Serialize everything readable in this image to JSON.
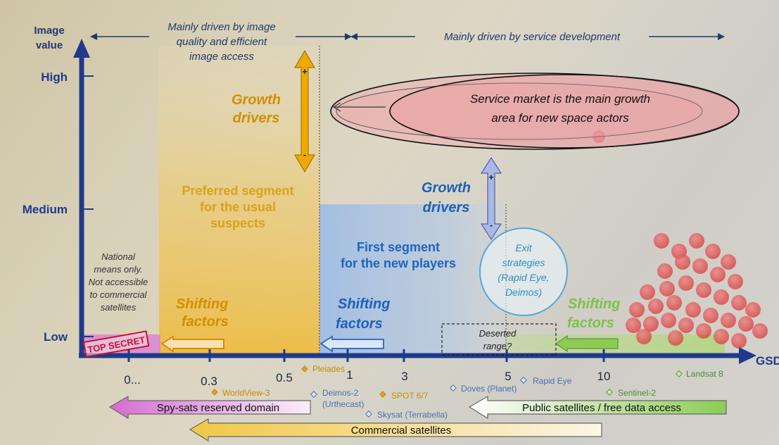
{
  "colors": {
    "axis": "#1f3a8a",
    "navy_text": "#22396b",
    "orange": "#e8a200",
    "orange_text": "#d18f00",
    "blue": "#1f5fb8",
    "green": "#7cc24a",
    "pink": "#d36ed0",
    "secret_red": "#c8102e"
  },
  "axes": {
    "y_title": [
      "Image",
      "value"
    ],
    "y_levels": [
      "High",
      "Medium",
      "Low"
    ],
    "x_title": "GSD",
    "x_ticks": [
      "0...",
      "0.3",
      "0.5",
      "1",
      "3",
      "5",
      "10"
    ]
  },
  "header": {
    "left": [
      "Mainly driven by image",
      "quality and efficient",
      "image access"
    ],
    "right": "Mainly driven by service development"
  },
  "ellipse": {
    "text": [
      "Service market is the main growth",
      "area for new space actors"
    ]
  },
  "growth_drivers_orange": {
    "label": [
      "Growth",
      "drivers"
    ],
    "plus": "+",
    "minus": "-"
  },
  "growth_drivers_blue": {
    "label": [
      "Growth",
      "drivers"
    ],
    "plus": "+",
    "minus": "-"
  },
  "segments": {
    "national": [
      "National",
      "means only.",
      "Not accessible",
      "to commercial",
      "satellites"
    ],
    "preferred": [
      "Preferred segment",
      "for the usual",
      "suspects"
    ],
    "first": [
      "First segment",
      "for the new players"
    ],
    "exit": [
      "Exit",
      "strategies",
      "(Rapid Eye,",
      "Deimos)"
    ],
    "deserted": [
      "Deserted",
      "range?"
    ],
    "top_secret": "TOP SECRET"
  },
  "shifting": {
    "orange": [
      "Shifting",
      "factors"
    ],
    "blue": [
      "Shifting",
      "factors"
    ],
    "green": [
      "Shifting",
      "factors"
    ]
  },
  "satellites": [
    {
      "name": "Pleiades",
      "color": "#e8a200"
    },
    {
      "name": "WorldView-3",
      "color": "#e8a200"
    },
    {
      "name": "SPOT 6/7",
      "color": "#e8a200"
    },
    {
      "name": "Deimos-2",
      "sub": "(Urthecast)",
      "color": "#4a6fb5"
    },
    {
      "name": "Skysat (Terrabella)",
      "color": "#4a6fb5"
    },
    {
      "name": "Doves (Planet)",
      "color": "#4a6fb5"
    },
    {
      "name": "Rapid Eye",
      "color": "#4a6fb5"
    },
    {
      "name": "Sentinel-2",
      "color": "#6aa84f"
    },
    {
      "name": "Landsat 8",
      "color": "#6aa84f"
    }
  ],
  "bottom": {
    "spy": "Spy-sats reserved domain",
    "public": "Public satellites / free data access",
    "commercial": "Commercial satellites"
  }
}
